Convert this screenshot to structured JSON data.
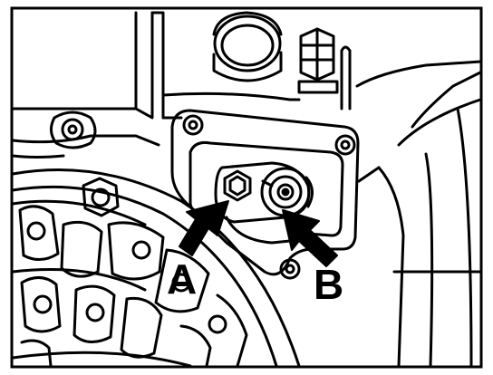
{
  "diagram": {
    "callouts": [
      {
        "id": "A",
        "label": "A"
      },
      {
        "id": "B",
        "label": "B"
      }
    ],
    "colors": {
      "ink": "#000000",
      "paper": "#ffffff"
    }
  }
}
